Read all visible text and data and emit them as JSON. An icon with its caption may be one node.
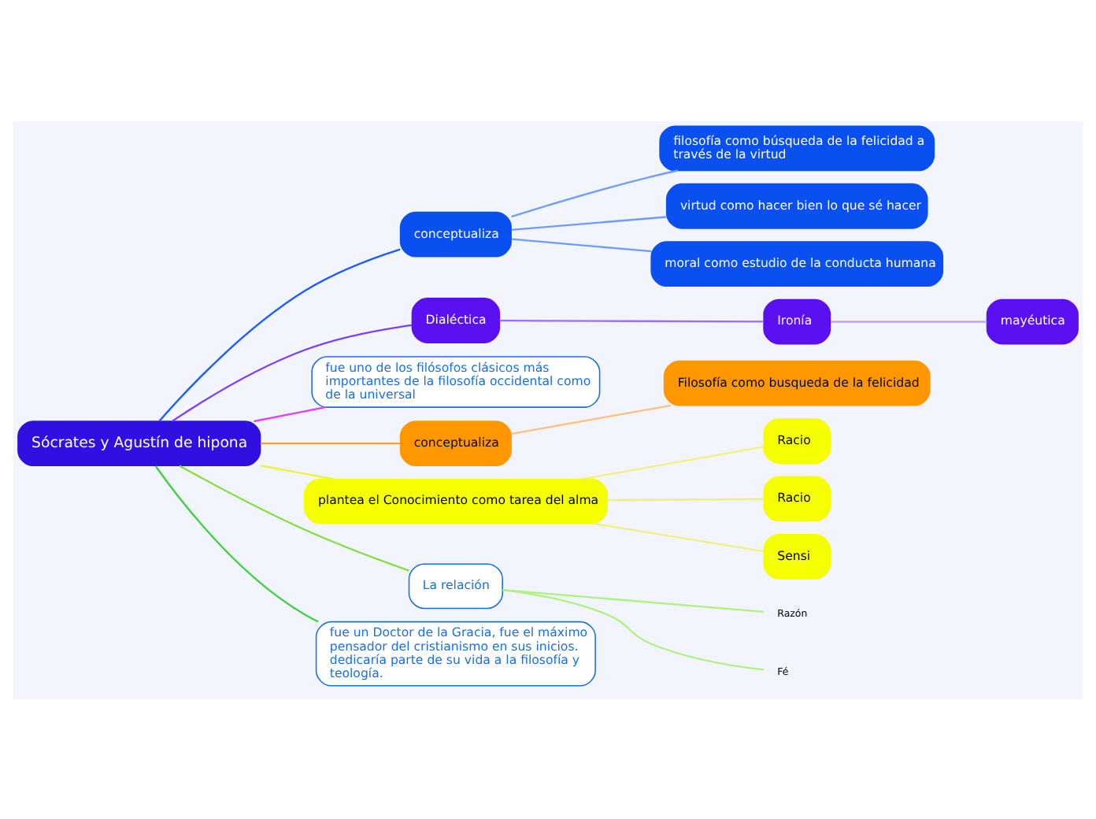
{
  "diagram": {
    "nodes": [
      {
        "text": [
          "Sócrates y Agustín de hipona"
        ]
      },
      {
        "text": [
          "conceptualiza"
        ]
      },
      {
        "text": [
          "filosofía como búsqueda de la felicidad a través de la virtud"
        ]
      },
      {
        "text": [
          "virtud como hacer bien lo que sé hacer"
        ]
      },
      {
        "text": [
          "moral como estudio de la conducta humana"
        ]
      },
      {
        "text": [
          "Dialéctica"
        ]
      },
      {
        "text": [
          "Ironía"
        ]
      },
      {
        "text": [
          "mayéutica"
        ]
      },
      {
        "text": [
          "fue uno de los filósofos clásicos más importantes de la filosofía occidental como de la universal"
        ]
      },
      {
        "text": [
          "conceptualiza"
        ]
      },
      {
        "text": [
          "Filosofía como busqueda de la felicidad"
        ]
      },
      {
        "text": [
          "plantea el Conocimiento como tarea del alma"
        ]
      },
      {
        "text": [
          "Racio"
        ]
      },
      {
        "text": [
          "Racio"
        ]
      },
      {
        "text": [
          "Sensi"
        ]
      },
      {
        "text": [
          "La relación"
        ]
      },
      {
        "text": [
          "Razón"
        ]
      },
      {
        "text": [
          "Fé"
        ]
      },
      {
        "text": [
          "fue un Doctor de la Gracia, fue el máximo pensador del cristianismo en sus inicios. dedicaría parte de su vida a la filosofía y teología."
        ]
      }
    ],
    "edges": [
      {
        "from": 0,
        "to": 1,
        "arrow": "none",
        "color": "#1a5cff"
      },
      {
        "from": 1,
        "to": 2,
        "arrow": "none",
        "color": "#6f9cff"
      },
      {
        "from": 1,
        "to": 3,
        "arrow": "none",
        "color": "#6f9cff"
      },
      {
        "from": 1,
        "to": 4,
        "arrow": "none",
        "color": "#6f9cff"
      },
      {
        "from": 0,
        "to": 5,
        "arrow": "none",
        "color": "#7a3cff"
      },
      {
        "from": 5,
        "to": 6,
        "arrow": "none",
        "color": "#9a6cff"
      },
      {
        "from": 6,
        "to": 7,
        "arrow": "none",
        "color": "#b89cff"
      },
      {
        "from": 0,
        "to": 8,
        "arrow": "none",
        "color": "#e040f0"
      },
      {
        "from": 0,
        "to": 9,
        "arrow": "none",
        "color": "#ffa020"
      },
      {
        "from": 9,
        "to": 10,
        "arrow": "none",
        "color": "#ffc080"
      },
      {
        "from": 0,
        "to": 11,
        "arrow": "none",
        "color": "#f0f040"
      },
      {
        "from": 11,
        "to": 12,
        "arrow": "none",
        "color": "#f0f080"
      },
      {
        "from": 11,
        "to": 13,
        "arrow": "none",
        "color": "#f0f080"
      },
      {
        "from": 11,
        "to": 14,
        "arrow": "none",
        "color": "#f0f080"
      },
      {
        "from": 0,
        "to": 15,
        "arrow": "none",
        "color": "#80e040"
      },
      {
        "from": 15,
        "to": 16,
        "arrow": "none",
        "color": "#b0f080"
      },
      {
        "from": 15,
        "to": 17,
        "arrow": "none",
        "color": "#b0f080"
      },
      {
        "from": 0,
        "to": 18,
        "arrow": "none",
        "color": "#40d040"
      }
    ]
  }
}
